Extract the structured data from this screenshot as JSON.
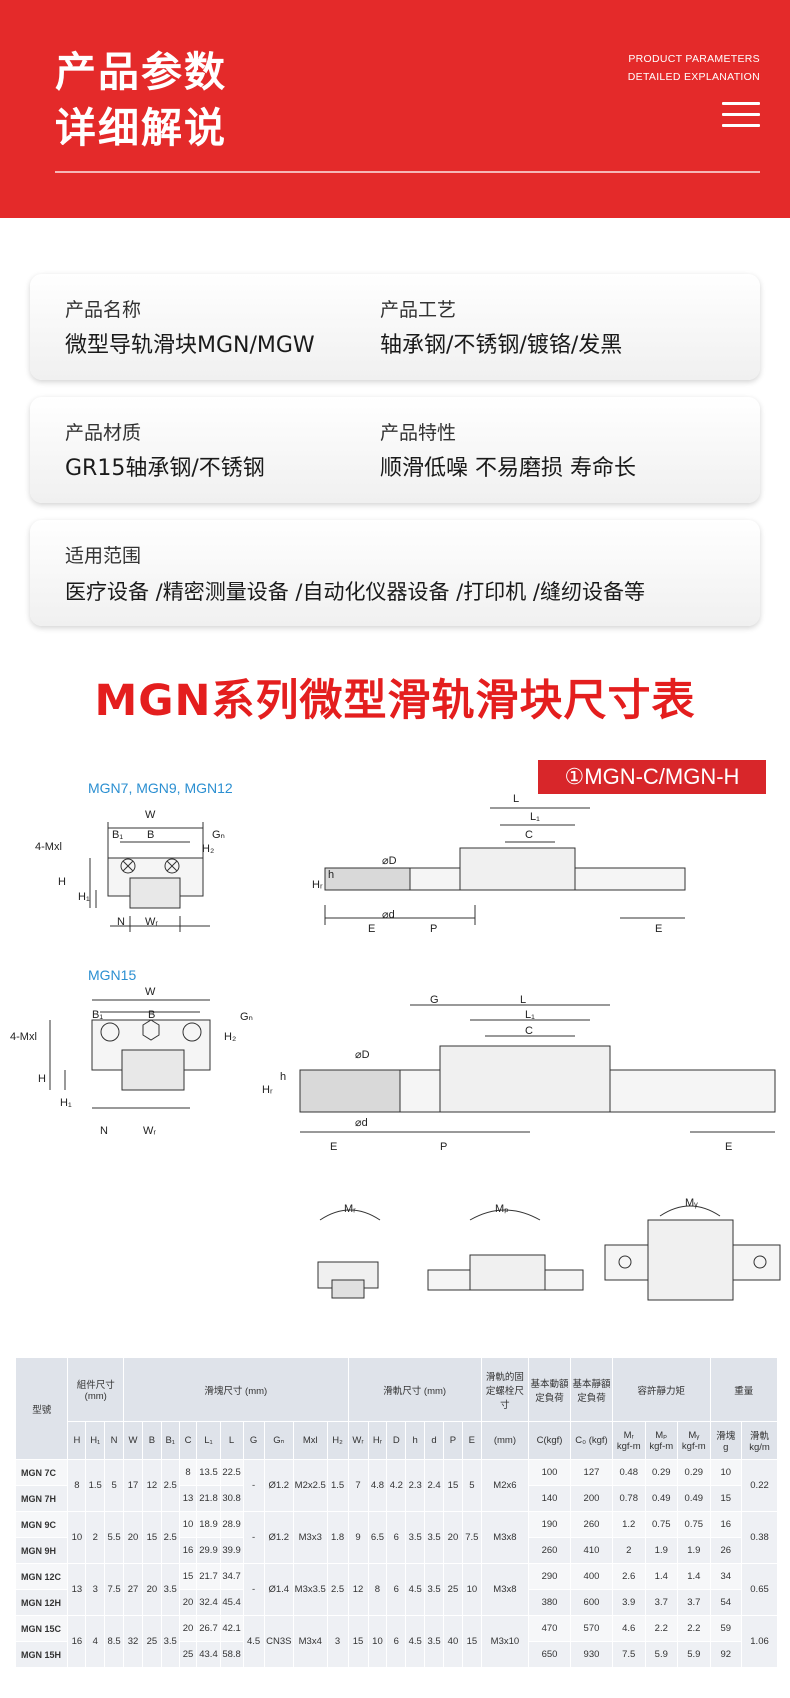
{
  "header": {
    "title_line1": "产品参数",
    "title_line2": "详细解说",
    "en_line1": "PRODUCT PARAMETERS",
    "en_line2": "DETAILED EXPLANATION",
    "menu_icon": "hamburger-icon"
  },
  "cards": [
    {
      "left_label": "产品名称",
      "left_value": "微型导轨滑块MGN/MGW",
      "right_label": "产品工艺",
      "right_value": "轴承钢/不锈钢/镀铬/发黑"
    },
    {
      "left_label": "产品材质",
      "left_value": "GR15轴承钢/不锈钢",
      "right_label": "产品特性",
      "right_value": "顺滑低噪  不易磨损  寿命长"
    },
    {
      "left_label": "适用范围",
      "left_value": "医疗设备 /精密测量设备 /自动化仪器设备 /打印机 /缝纫设备等"
    }
  ],
  "section_title": "MGN系列微型滑轨滑块尺寸表",
  "diagram": {
    "badge": "①MGN-C/MGN-H",
    "group1_label": "MGN7, MGN9, MGN12",
    "group2_label": "MGN15",
    "dims": {
      "W": "W",
      "B": "B",
      "B1": "B₁",
      "Gn": "Gₙ",
      "H2": "H₂",
      "H": "H",
      "H1": "H₁",
      "N": "N",
      "WR": "Wᵣ",
      "M": "4-Mxl",
      "L": "L",
      "L1": "L₁",
      "C": "C",
      "D": "⌀D",
      "d": "⌀d",
      "h": "h",
      "HR": "Hᵣ",
      "E": "E",
      "P": "P",
      "G": "G",
      "MR": "Mᵣ",
      "MP": "Mₚ",
      "MY": "Mᵧ"
    }
  },
  "table": {
    "headers": {
      "model": "型號",
      "assembly": "組件尺寸 (mm)",
      "block": "滑塊尺寸 (mm)",
      "rail": "滑軌尺寸 (mm)",
      "bolt": "滑軌的固定螺栓尺寸",
      "dyn": "基本動額定負荷",
      "stat": "基本靜額定負荷",
      "moment": "容許靜力矩",
      "weight": "重量",
      "H": "H",
      "H1": "H₁",
      "N": "N",
      "W": "W",
      "B": "B",
      "B1": "B₁",
      "C": "C",
      "L1": "L₁",
      "L": "L",
      "G": "G",
      "Gn": "Gₙ",
      "Mxl": "Mxl",
      "H2": "H₂",
      "WR": "Wᵣ",
      "HR": "Hᵣ",
      "D": "D",
      "h": "h",
      "d": "d",
      "P": "P",
      "E": "E",
      "bolt_unit": "(mm)",
      "dyn_unit": "C(kgf)",
      "stat_unit": "C₀ (kgf)",
      "MR": "Mᵣ",
      "MP": "Mₚ",
      "MY": "Mᵧ",
      "MR_unit": "kgf-m",
      "MP_unit": "kgf-m",
      "MY_unit": "kgf-m",
      "block_w": "滑塊",
      "rail_w": "滑軌",
      "block_w_unit": "g",
      "rail_w_unit": "kg/m"
    },
    "groups": [
      {
        "H": "8",
        "H1": "1.5",
        "N": "5",
        "W": "17",
        "B": "12",
        "B1": "2.5",
        "G": "-",
        "Gn": "Ø1.2",
        "Mxl": "M2x2.5",
        "H2": "1.5",
        "WR": "7",
        "HR": "4.8",
        "D": "4.2",
        "h": "2.3",
        "d": "2.4",
        "P": "15",
        "E": "5",
        "bolt": "M2x6",
        "rail_w": "0.22",
        "rows": [
          {
            "model": "MGN 7C",
            "C": "8",
            "L1": "13.5",
            "L": "22.5",
            "dyn": "100",
            "stat": "127",
            "MR": "0.48",
            "MP": "0.29",
            "MY": "0.29",
            "wt": "10"
          },
          {
            "model": "MGN 7H",
            "C": "13",
            "L1": "21.8",
            "L": "30.8",
            "dyn": "140",
            "stat": "200",
            "MR": "0.78",
            "MP": "0.49",
            "MY": "0.49",
            "wt": "15"
          }
        ]
      },
      {
        "H": "10",
        "H1": "2",
        "N": "5.5",
        "W": "20",
        "B": "15",
        "B1": "2.5",
        "G": "-",
        "Gn": "Ø1.2",
        "Mxl": "M3x3",
        "H2": "1.8",
        "WR": "9",
        "HR": "6.5",
        "D": "6",
        "h": "3.5",
        "d": "3.5",
        "P": "20",
        "E": "7.5",
        "bolt": "M3x8",
        "rail_w": "0.38",
        "rows": [
          {
            "model": "MGN 9C",
            "C": "10",
            "L1": "18.9",
            "L": "28.9",
            "dyn": "190",
            "stat": "260",
            "MR": "1.2",
            "MP": "0.75",
            "MY": "0.75",
            "wt": "16"
          },
          {
            "model": "MGN 9H",
            "C": "16",
            "L1": "29.9",
            "L": "39.9",
            "dyn": "260",
            "stat": "410",
            "MR": "2",
            "MP": "1.9",
            "MY": "1.9",
            "wt": "26"
          }
        ]
      },
      {
        "H": "13",
        "H1": "3",
        "N": "7.5",
        "W": "27",
        "B": "20",
        "B1": "3.5",
        "G": "-",
        "Gn": "Ø1.4",
        "Mxl": "M3x3.5",
        "H2": "2.5",
        "WR": "12",
        "HR": "8",
        "D": "6",
        "h": "4.5",
        "d": "3.5",
        "P": "25",
        "E": "10",
        "bolt": "M3x8",
        "rail_w": "0.65",
        "rows": [
          {
            "model": "MGN 12C",
            "C": "15",
            "L1": "21.7",
            "L": "34.7",
            "dyn": "290",
            "stat": "400",
            "MR": "2.6",
            "MP": "1.4",
            "MY": "1.4",
            "wt": "34"
          },
          {
            "model": "MGN 12H",
            "C": "20",
            "L1": "32.4",
            "L": "45.4",
            "dyn": "380",
            "stat": "600",
            "MR": "3.9",
            "MP": "3.7",
            "MY": "3.7",
            "wt": "54"
          }
        ]
      },
      {
        "H": "16",
        "H1": "4",
        "N": "8.5",
        "W": "32",
        "B": "25",
        "B1": "3.5",
        "G": "4.5",
        "Gn": "CN3S",
        "Mxl": "M3x4",
        "H2": "3",
        "WR": "15",
        "HR": "10",
        "D": "6",
        "h": "4.5",
        "d": "3.5",
        "P": "40",
        "E": "15",
        "bolt": "M3x10",
        "rail_w": "1.06",
        "rows": [
          {
            "model": "MGN 15C",
            "C": "20",
            "L1": "26.7",
            "L": "42.1",
            "dyn": "470",
            "stat": "570",
            "MR": "4.6",
            "MP": "2.2",
            "MY": "2.2",
            "wt": "59"
          },
          {
            "model": "MGN 15H",
            "C": "25",
            "L1": "43.4",
            "L": "58.8",
            "dyn": "650",
            "stat": "930",
            "MR": "7.5",
            "MP": "5.9",
            "MY": "5.9",
            "wt": "92"
          }
        ]
      }
    ]
  }
}
